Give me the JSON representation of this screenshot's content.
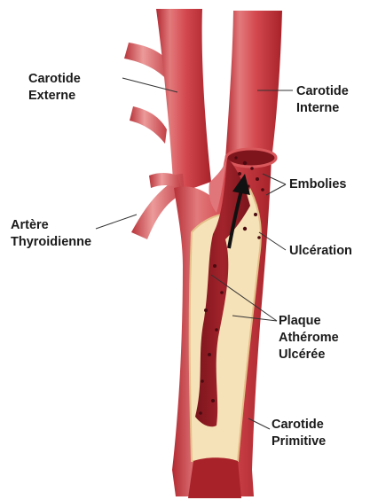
{
  "labels": {
    "carotide_externe": {
      "line1": "Carotide",
      "line2": "Externe"
    },
    "carotide_interne": {
      "line1": "Carotide",
      "line2": "Interne"
    },
    "embolies": {
      "text": "Embolies"
    },
    "artere_thyroidienne": {
      "line1": "Artère",
      "line2": "Thyroidienne"
    },
    "ulceration": {
      "text": "Ulcération"
    },
    "plaque": {
      "line1": "Plaque",
      "line2": "Athérome",
      "line3": "Ulcérée"
    },
    "carotide_primitive": {
      "line1": "Carotide",
      "line2": "Primitive"
    }
  },
  "colors": {
    "artery_outer": "#c0353b",
    "artery_mid": "#d9585c",
    "artery_highlight": "#eb8a8a",
    "lumen_dark": "#8e1a22",
    "plaque": "#f6e2b8",
    "plaque_shadow": "#e8c88e",
    "emboli": "#4a0a10",
    "arrow": "#111111",
    "leader": "#333333"
  }
}
